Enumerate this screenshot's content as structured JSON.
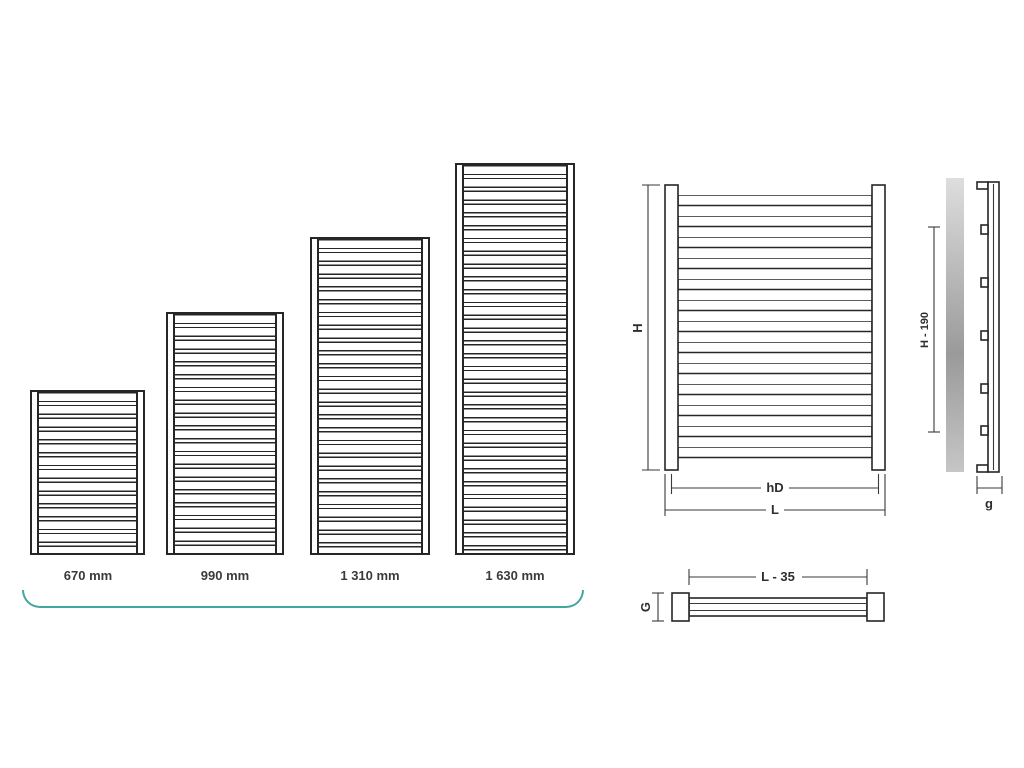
{
  "lineup": {
    "sizes": [
      "670 mm",
      "990 mm",
      "1 310 mm",
      "1 630 mm"
    ]
  },
  "front_view": {
    "height_label": "H",
    "hd_label": "hD",
    "length_label": "L"
  },
  "side_view": {
    "height_label": "H - 190",
    "depth_label": "g"
  },
  "top_view": {
    "length_label": "L - 35",
    "depth_label": "G"
  },
  "colors": {
    "line": "#262626",
    "accent": "#43a79f"
  }
}
